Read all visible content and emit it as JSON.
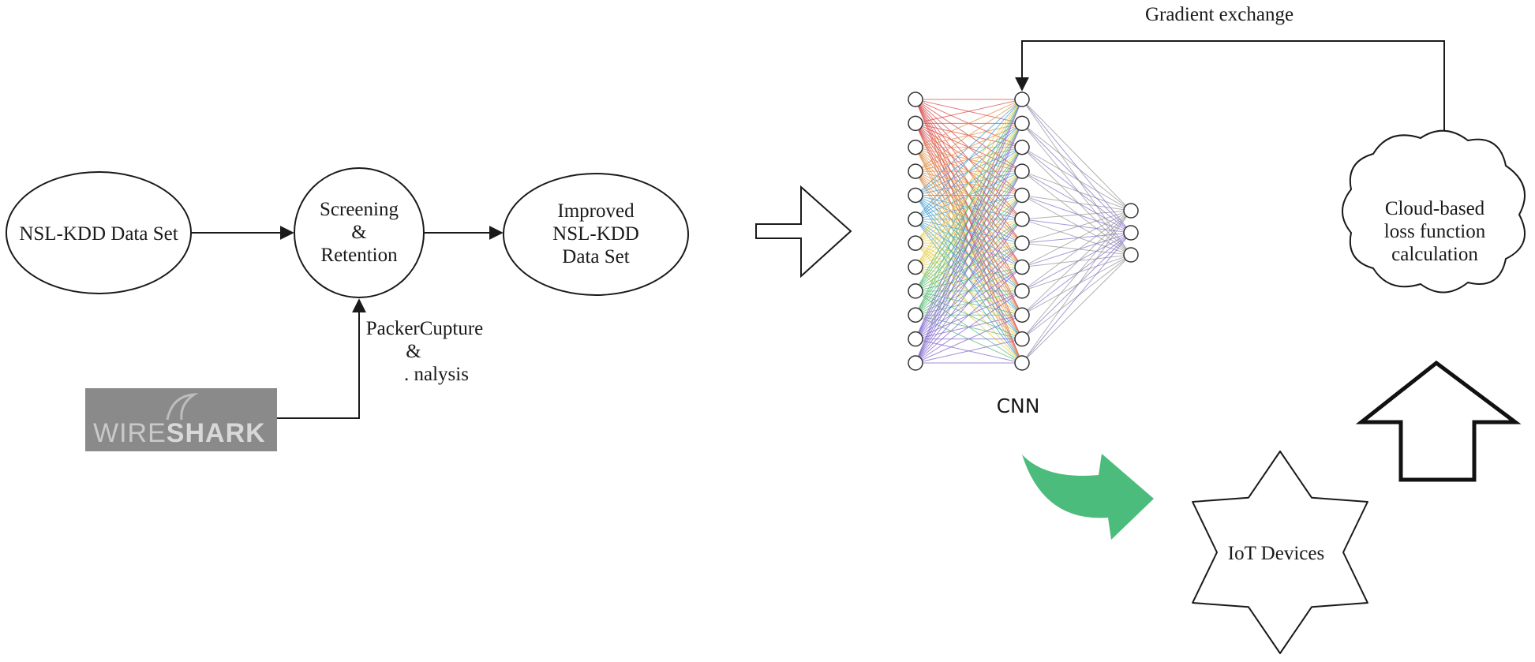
{
  "nodes": {
    "nsl_kdd": "NSL-KDD Data Set",
    "screening": [
      "Screening",
      "&",
      "Retention"
    ],
    "improved": [
      "Improved",
      "NSL-KDD",
      "Data Set"
    ],
    "cnn": "CNN",
    "cloud": [
      "Cloud-based",
      "loss function",
      "calculation"
    ],
    "iot": "IoT Devices"
  },
  "edges": {
    "capture": [
      "PackerCupture",
      "&",
      ". nalysis"
    ],
    "gradient": "Gradient exchange"
  },
  "logo": {
    "text_light": "WIRE",
    "text_bold": "SHARK"
  },
  "network": {
    "layer_sizes": [
      12,
      12,
      3
    ],
    "edge_colors": [
      "#d94040",
      "#e08a3a",
      "#3a9bd6",
      "#e6c93a",
      "#4bb86b",
      "#7a5fc9",
      "#888888"
    ]
  },
  "colors": {
    "green_arrow": "#4cbc7c",
    "logo_bg": "#8a8a8a"
  }
}
